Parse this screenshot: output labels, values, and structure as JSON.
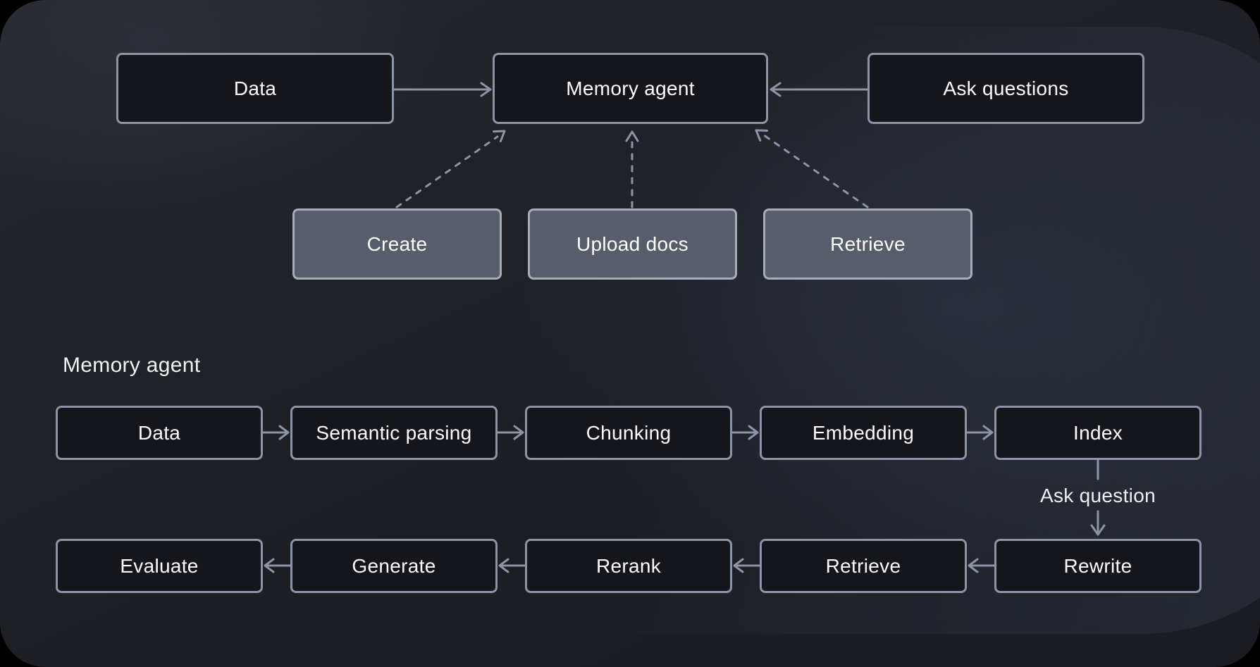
{
  "overview": {
    "data": "Data",
    "memory_agent": "Memory agent",
    "ask_questions": "Ask questions",
    "create": "Create",
    "upload_docs": "Upload docs",
    "retrieve": "Retrieve"
  },
  "detail": {
    "title": "Memory agent",
    "ingest": [
      "Data",
      "Semantic parsing",
      "Chunking",
      "Embedding",
      "Index"
    ],
    "ask_question": "Ask question",
    "query": [
      "Evaluate",
      "Generate",
      "Rerank",
      "Retrieve",
      "Rewrite"
    ]
  },
  "colors": {
    "outer_background": "#000000",
    "canvas_background": "#1f2127",
    "node_fill_dark": "#15161b",
    "node_fill_gray": "#575d6a",
    "node_border": "#8c94a6",
    "node_border_gray": "#a6adba",
    "arrow": "#8c94a6",
    "text": "#ffffff"
  }
}
